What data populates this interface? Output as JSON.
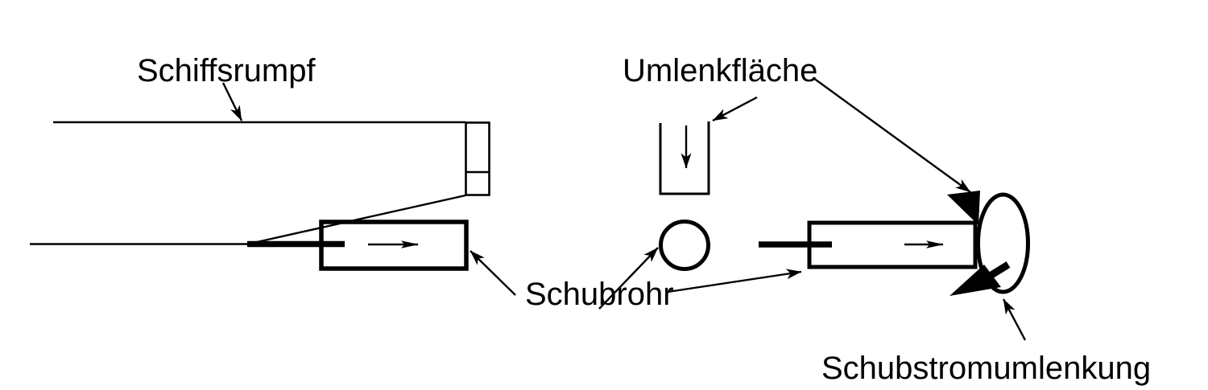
{
  "diagram": {
    "labels": {
      "ship_hull": "Schiffsrumpf",
      "deflection_surface": "Umlenkfläche",
      "thrust_tube": "Schubrohr",
      "thrust_stream_deflection": "Schubstromumlenkung"
    },
    "colors": {
      "line": "#000000",
      "background": "#ffffff"
    }
  }
}
